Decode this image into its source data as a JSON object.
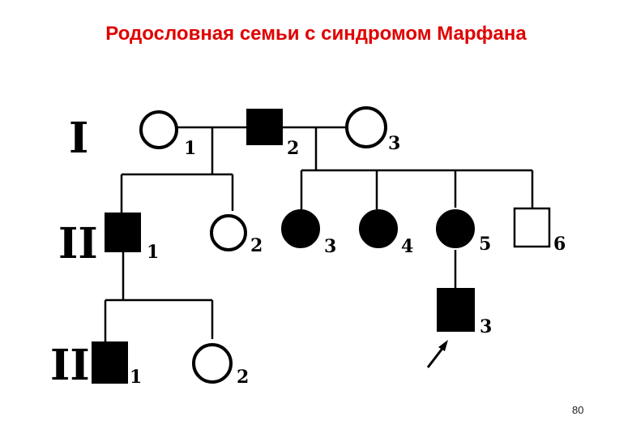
{
  "title": "Родословная семьи с синдромом Марфана",
  "page_number": "80",
  "colors": {
    "title": "#e00000",
    "line": "#000000",
    "affected_fill": "#000000",
    "unaffected_fill": "#ffffff"
  },
  "generations": [
    {
      "label": "I"
    },
    {
      "label": "II"
    },
    {
      "label": "III"
    }
  ],
  "individuals": {
    "I1": {
      "label": "1",
      "sex": "female",
      "affected": false
    },
    "I2": {
      "label": "2",
      "sex": "male",
      "affected": true
    },
    "I3": {
      "label": "3",
      "sex": "female",
      "affected": false
    },
    "II1": {
      "label": "1",
      "sex": "male",
      "affected": true
    },
    "II2": {
      "label": "2",
      "sex": "female",
      "affected": false
    },
    "II3": {
      "label": "3",
      "sex": "female",
      "affected": true
    },
    "II4": {
      "label": "4",
      "sex": "female",
      "affected": true
    },
    "II5": {
      "label": "5",
      "sex": "female",
      "affected": true
    },
    "II6": {
      "label": "6",
      "sex": "male",
      "affected": false
    },
    "III1": {
      "label": "1",
      "sex": "male",
      "affected": true
    },
    "III2": {
      "label": "2",
      "sex": "female",
      "affected": false
    },
    "III3": {
      "label": "3",
      "sex": "male",
      "affected": true,
      "proband": true
    }
  }
}
